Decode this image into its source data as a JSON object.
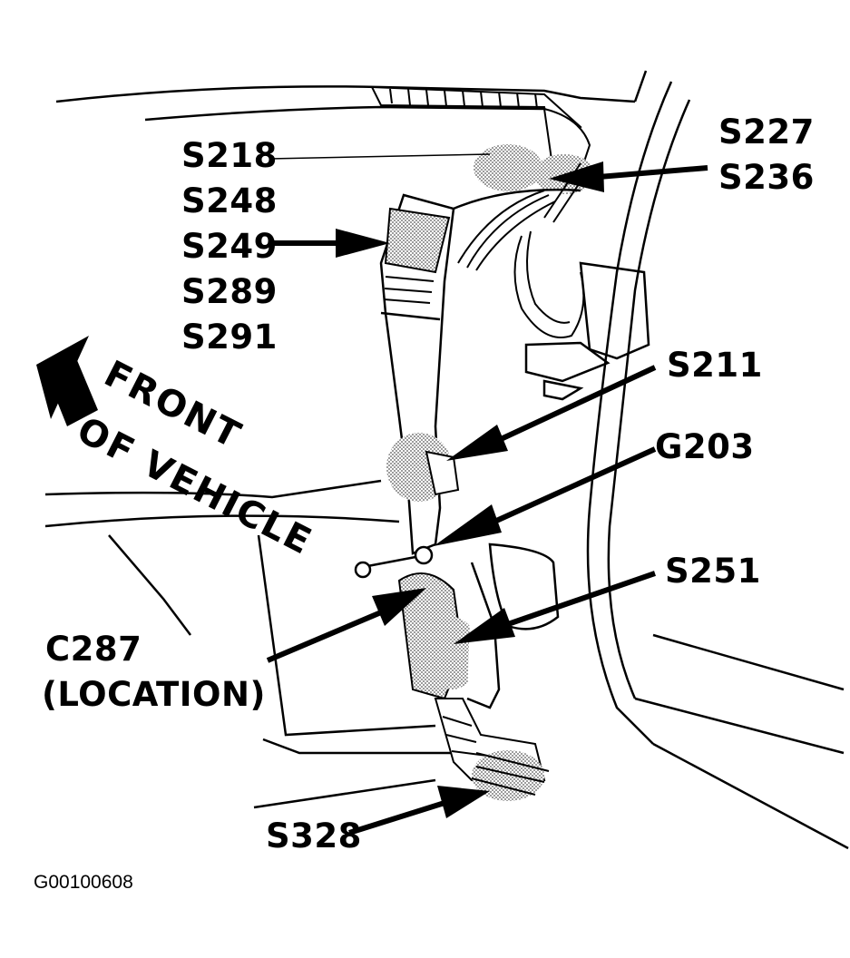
{
  "labels": {
    "s218": "S218",
    "s248": "S248",
    "s249": "S249",
    "s289": "S289",
    "s291": "S291",
    "s227": "S227",
    "s236": "S236",
    "s211": "S211",
    "g203": "G203",
    "s251": "S251",
    "c287": "C287",
    "location": "(LOCATION)",
    "s328": "S328"
  },
  "direction": {
    "line1": "FRONT",
    "line2": "OF VEHICLE"
  },
  "figure_id": "G00100608",
  "colors": {
    "ink": "#000000",
    "paper": "#ffffff",
    "shade": "#bdbdbd"
  }
}
